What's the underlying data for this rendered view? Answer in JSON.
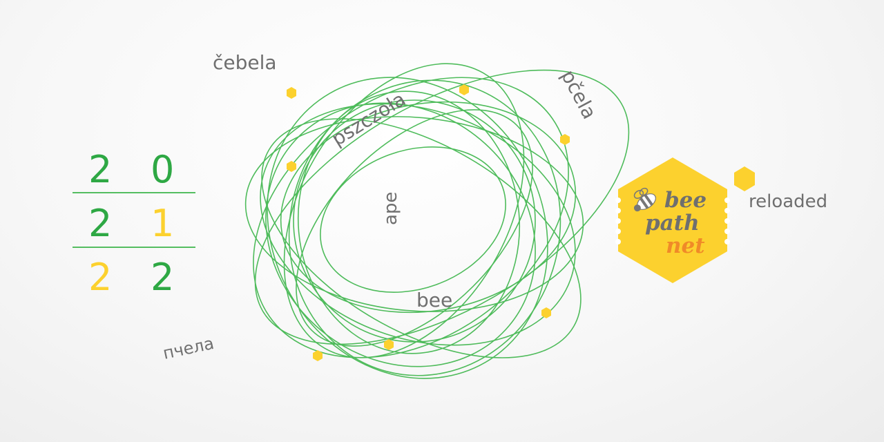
{
  "colors": {
    "green": "#2ea844",
    "yellow": "#fcd12e",
    "gray_text": "#6f6f6f",
    "orange": "#f08a28"
  },
  "words": {
    "cebela": "čebela",
    "pszczola": "pszczoła",
    "pcela": "pčela",
    "ape": "ape",
    "bee": "bee",
    "pchela": "пчела"
  },
  "year": {
    "row1": [
      "2",
      "0"
    ],
    "row2": [
      "2",
      "1"
    ],
    "row3": [
      "2",
      "2"
    ]
  },
  "logo": {
    "line1": "bee",
    "line2": "path",
    "line3": "net",
    "icon": "bee-icon"
  },
  "tagline": "reloaded"
}
